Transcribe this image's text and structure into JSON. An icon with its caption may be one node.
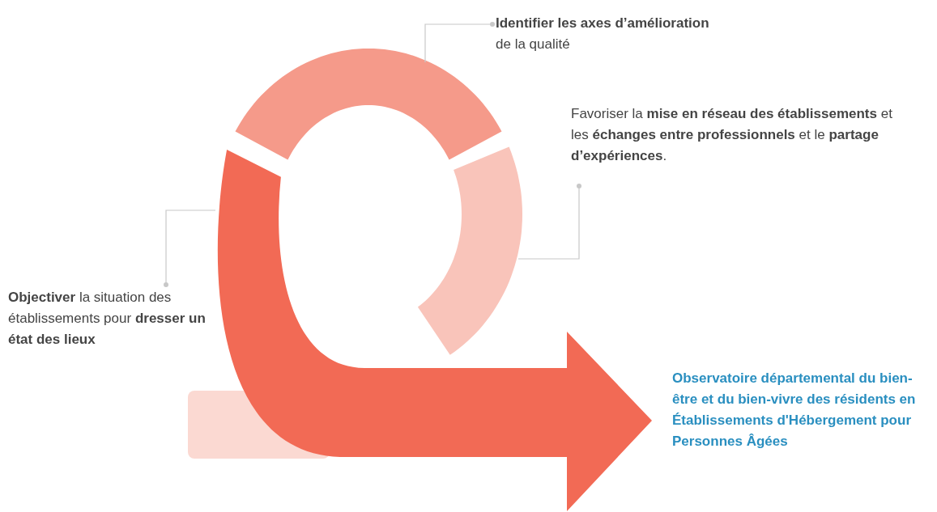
{
  "diagram": {
    "nodes": [
      {
        "text": [
          "**Identifier les axes d’amélioration** de la qualité"
        ]
      },
      {
        "text": [
          "Favoriser la **mise en réseau des établissements** et les **échanges entre professionnels** et le **partage d’expériences**."
        ]
      },
      {
        "text": [
          "**Objectiver** la situation des établissements pour **dresser un état des lieux**"
        ]
      },
      {
        "text": [
          "Observatoire départemental du bien-être et du bien-vivre des résidents en Établissements d'Hébergement pour Personnes Âgées"
        ]
      },
      {
        "text": [],
        "shape": "arc"
      },
      {
        "text": [],
        "shape": "arc"
      },
      {
        "text": [],
        "shape": "arrow"
      },
      {
        "text": [],
        "shape": "bar"
      }
    ],
    "edges": [
      {
        "from": 0,
        "to": 4,
        "arrow": "other"
      },
      {
        "from": 1,
        "to": 5,
        "arrow": "other"
      },
      {
        "from": 2,
        "to": 6,
        "arrow": "other"
      }
    ]
  }
}
